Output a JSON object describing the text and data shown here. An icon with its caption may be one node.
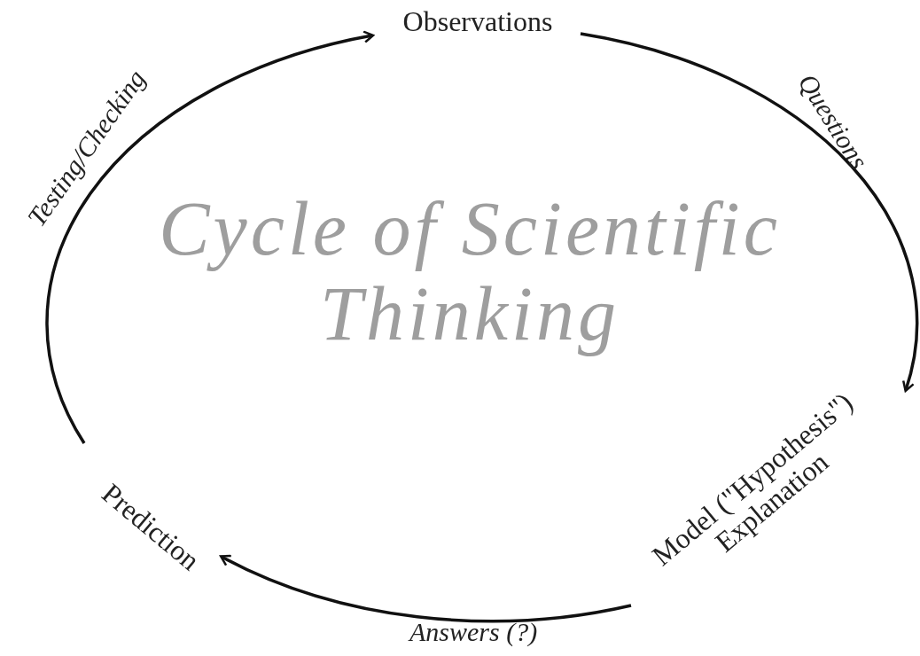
{
  "diagram": {
    "title": "Cycle of Scientific Thinking",
    "nodes": [
      {
        "text": [
          "Observations"
        ]
      },
      {
        "text": [
          "Model (\"Hypothesis\") Explanation"
        ]
      },
      {
        "text": [
          "Prediction"
        ]
      }
    ],
    "edges": [
      {
        "from": 0,
        "to": 1,
        "arrow": "to",
        "label": "Questions"
      },
      {
        "from": 1,
        "to": 2,
        "arrow": "to",
        "label": "Answers (?)"
      },
      {
        "from": 2,
        "to": 0,
        "arrow": "to",
        "label": "Testing/Checking"
      }
    ]
  }
}
